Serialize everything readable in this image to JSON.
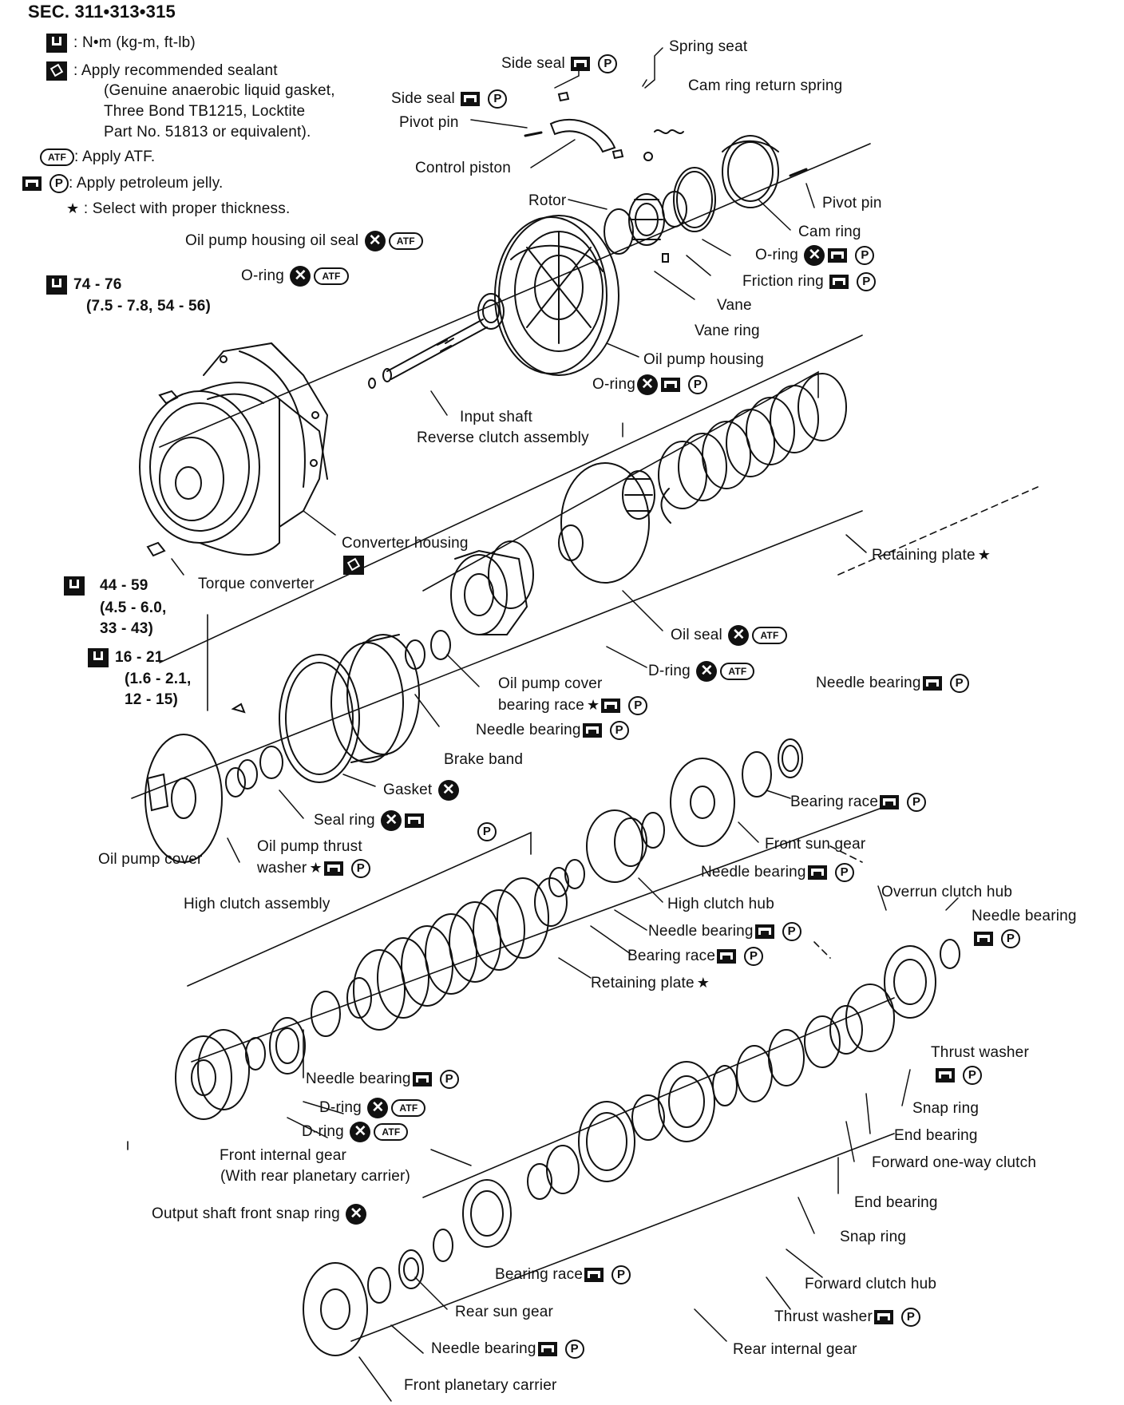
{
  "section": "SEC. 311•313•315",
  "legend": {
    "torque": ": N•m (kg-m, ft-lb)",
    "sealant_1": ": Apply recommended sealant",
    "sealant_2": "(Genuine anaerobic liquid gasket,",
    "sealant_3": "Three Bond TB1215, Locktite",
    "sealant_4": "Part No. 51813 or equivalent).",
    "atf": ": Apply ATF.",
    "jelly": ": Apply petroleum jelly.",
    "select": ": Select with proper thickness.",
    "atf_text": "ATF",
    "p_text": "P",
    "x_text": "✕",
    "star_text": "★"
  },
  "torques": {
    "t1_a": "74 - 76",
    "t1_b": "(7.5 - 7.8, 54 - 56)",
    "t2_a": "44 - 59",
    "t2_b": "(4.5 - 6.0,",
    "t2_c": "33 - 43)",
    "t3_a": "16 - 21",
    "t3_b": "(1.6 - 2.1,",
    "t3_c": "12 - 15)"
  },
  "labels": {
    "spring_seat": "Spring seat",
    "side_seal_1": "Side seal",
    "side_seal_2": "Side seal",
    "cam_ring_return_spring": "Cam ring return spring",
    "pivot_pin_1": "Pivot pin",
    "control_piston": "Control piston",
    "rotor": "Rotor",
    "pivot_pin_2": "Pivot pin",
    "cam_ring": "Cam ring",
    "oil_pump_housing_oil_seal": "Oil pump housing oil seal",
    "o_ring_1": "O-ring",
    "o_ring_2": "O-ring",
    "friction_ring": "Friction ring",
    "vane": "Vane",
    "vane_ring": "Vane ring",
    "oil_pump_housing": "Oil pump housing",
    "o_ring_3": "O-ring",
    "input_shaft": "Input shaft",
    "reverse_clutch_assembly": "Reverse clutch assembly",
    "converter_housing": "Converter housing",
    "retaining_plate_1": "Retaining plate",
    "torque_converter": "Torque converter",
    "oil_seal": "Oil seal",
    "d_ring_1": "D-ring",
    "needle_bearing_1": "Needle bearing",
    "oil_pump_cover_bearing_race_1": "Oil pump cover",
    "oil_pump_cover_bearing_race_2": "bearing race",
    "needle_bearing_2": "Needle bearing",
    "brake_band": "Brake band",
    "gasket": "Gasket",
    "bearing_race_1": "Bearing race",
    "front_sun_gear": "Front sun gear",
    "seal_ring": "Seal ring",
    "oil_pump_thrust_washer_1": "Oil pump thrust",
    "oil_pump_thrust_washer_2": "washer",
    "oil_pump_cover": "Oil pump cover",
    "needle_bearing_3": "Needle bearing",
    "high_clutch_assembly": "High clutch assembly",
    "high_clutch_hub": "High clutch hub",
    "overrun_clutch_hub": "Overrun clutch hub",
    "needle_bearing_4": "Needle bearing",
    "needle_bearing_5": "Needle bearing",
    "bearing_race_2": "Bearing race",
    "retaining_plate_2": "Retaining plate",
    "thrust_washer_1": "Thrust washer",
    "needle_bearing_6": "Needle bearing",
    "d_ring_2": "D-ring",
    "d_ring_3": "D-ring",
    "snap_ring_1": "Snap ring",
    "end_bearing_1": "End bearing",
    "front_internal_gear_1": "Front internal gear",
    "front_internal_gear_2": "(With rear planetary carrier)",
    "forward_one_way_clutch": "Forward one-way clutch",
    "output_shaft_front_snap_ring": "Output shaft front snap ring",
    "end_bearing_2": "End bearing",
    "snap_ring_2": "Snap ring",
    "bearing_race_3": "Bearing race",
    "forward_clutch_hub": "Forward clutch hub",
    "rear_sun_gear": "Rear sun gear",
    "thrust_washer_2": "Thrust washer",
    "needle_bearing_7": "Needle bearing",
    "rear_internal_gear": "Rear internal gear",
    "front_planetary_carrier": "Front planetary carrier"
  }
}
